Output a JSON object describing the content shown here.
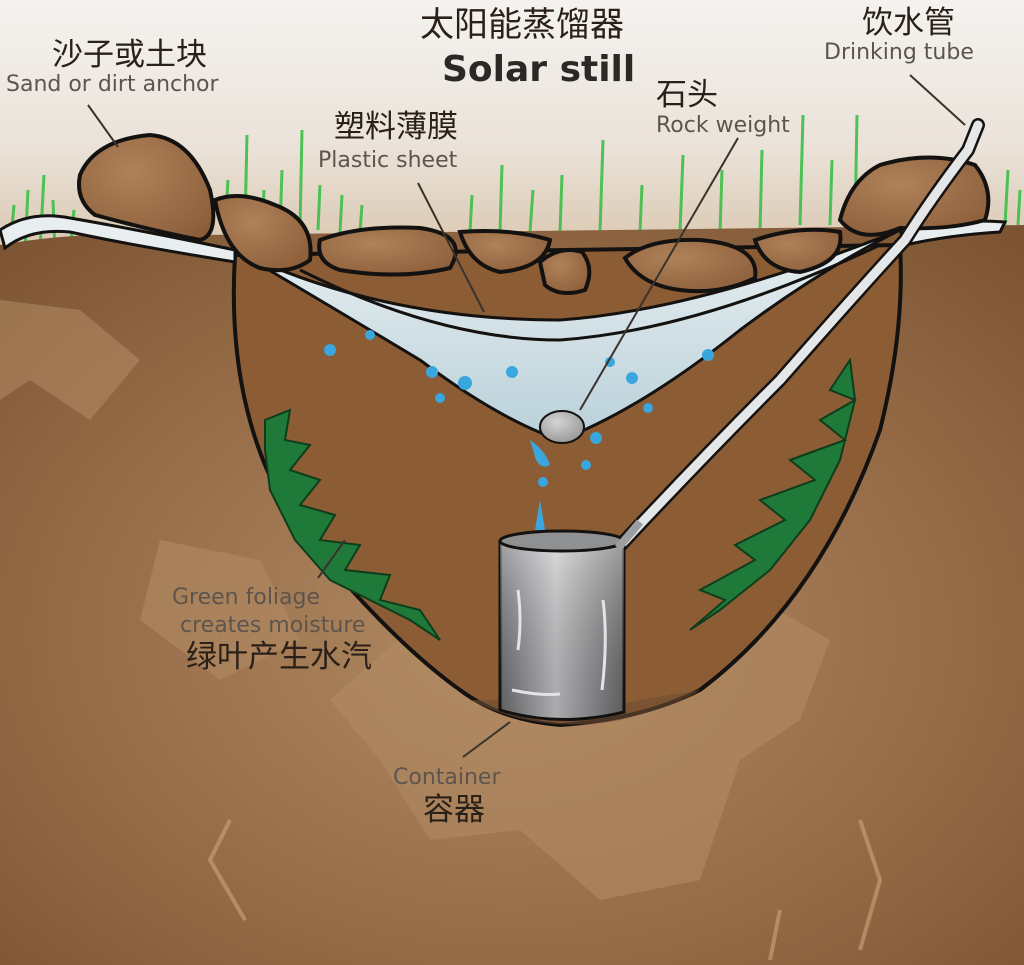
{
  "title": {
    "zh": "太阳能蒸馏器",
    "en": "Solar still"
  },
  "labels": {
    "sand_anchor": {
      "zh": "沙子或土块",
      "en": "Sand or dirt anchor"
    },
    "plastic_sheet": {
      "zh": "塑料薄膜",
      "en": "Plastic sheet"
    },
    "rock_weight": {
      "zh": "石头",
      "en": "Rock weight"
    },
    "drinking_tube": {
      "zh": "饮水管",
      "en": "Drinking tube"
    },
    "green_foliage": {
      "zh": "绿叶产生水汽",
      "en_line1": "Green foliage",
      "en_line2": "creates moisture"
    },
    "container": {
      "zh": "容器",
      "en": "Container"
    }
  },
  "colors": {
    "sky_top": "#f3f1ee",
    "sky_bottom": "#d9c7b2",
    "grass": "#3fbf4a",
    "soil": "#8a5f3c",
    "soil_light": "#ad8660",
    "pit_wall": "#8c5c34",
    "rock": "#9b6b45",
    "plastic": "#cfe0e6",
    "water_drop": "#3aa6de",
    "foliage": "#1f7a3a",
    "container": "#8e8f91",
    "tube": "#e4e6e8",
    "outline": "#141210",
    "leader": "#3a332c"
  }
}
